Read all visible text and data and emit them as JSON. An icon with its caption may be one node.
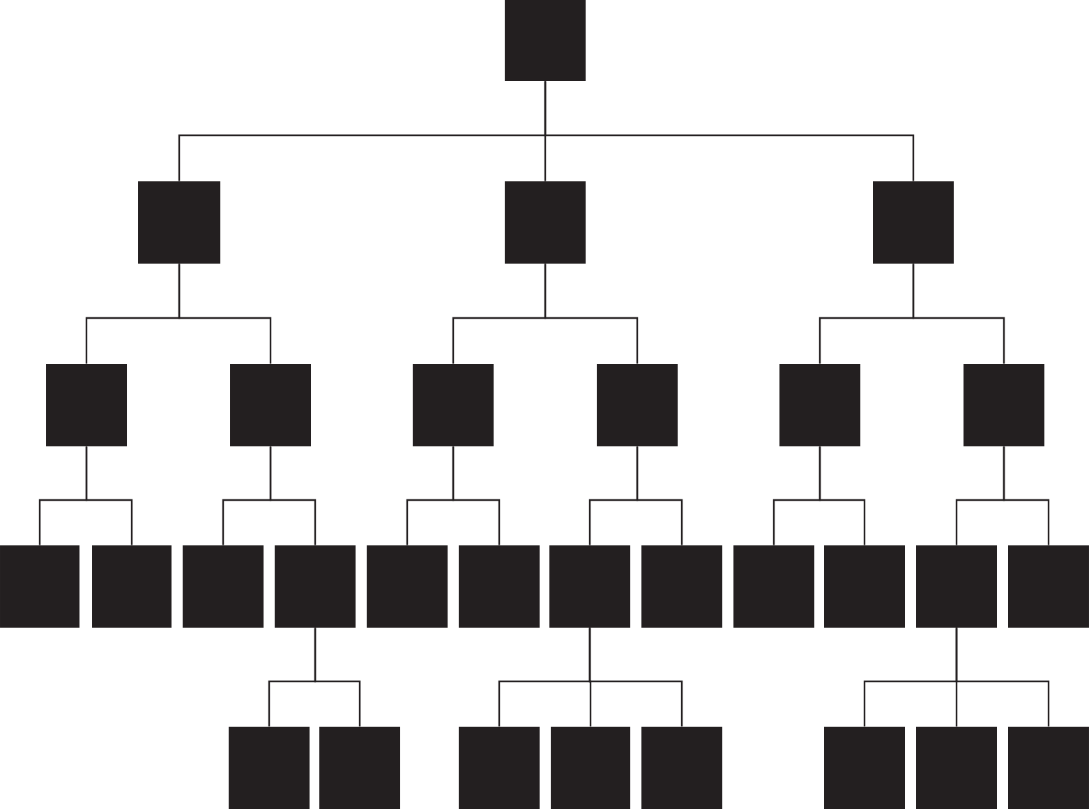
{
  "diagram": {
    "nodes": [
      {
        "text": [],
        "shape": "box"
      },
      {
        "text": [],
        "shape": "box"
      },
      {
        "text": [],
        "shape": "box"
      },
      {
        "text": [],
        "shape": "box"
      },
      {
        "text": [],
        "shape": "box"
      },
      {
        "text": [],
        "shape": "box"
      },
      {
        "text": [],
        "shape": "box"
      },
      {
        "text": [],
        "shape": "box"
      },
      {
        "text": [],
        "shape": "box"
      },
      {
        "text": [],
        "shape": "box"
      },
      {
        "text": [],
        "shape": "box"
      },
      {
        "text": [],
        "shape": "box"
      },
      {
        "text": [],
        "shape": "box"
      },
      {
        "text": [],
        "shape": "box"
      },
      {
        "text": [],
        "shape": "box"
      },
      {
        "text": [],
        "shape": "box"
      },
      {
        "text": [],
        "shape": "box"
      },
      {
        "text": [],
        "shape": "box"
      },
      {
        "text": [],
        "shape": "box"
      },
      {
        "text": [],
        "shape": "box"
      },
      {
        "text": [],
        "shape": "box"
      },
      {
        "text": [],
        "shape": "box"
      },
      {
        "text": [],
        "shape": "box"
      },
      {
        "text": [],
        "shape": "box"
      },
      {
        "text": [],
        "shape": "box"
      },
      {
        "text": [],
        "shape": "box"
      },
      {
        "text": [],
        "shape": "box"
      },
      {
        "text": [],
        "shape": "box"
      },
      {
        "text": [],
        "shape": "box"
      },
      {
        "text": [],
        "shape": "box"
      }
    ],
    "edges": [
      {
        "from": 0,
        "to": 1,
        "arrow": "none"
      },
      {
        "from": 0,
        "to": 2,
        "arrow": "none"
      },
      {
        "from": 0,
        "to": 3,
        "arrow": "none"
      },
      {
        "from": 1,
        "to": 4,
        "arrow": "none"
      },
      {
        "from": 1,
        "to": 5,
        "arrow": "none"
      },
      {
        "from": 2,
        "to": 6,
        "arrow": "none"
      },
      {
        "from": 2,
        "to": 7,
        "arrow": "none"
      },
      {
        "from": 3,
        "to": 8,
        "arrow": "none"
      },
      {
        "from": 3,
        "to": 9,
        "arrow": "none"
      },
      {
        "from": 4,
        "to": 10,
        "arrow": "none"
      },
      {
        "from": 4,
        "to": 11,
        "arrow": "none"
      },
      {
        "from": 5,
        "to": 12,
        "arrow": "none"
      },
      {
        "from": 5,
        "to": 13,
        "arrow": "none"
      },
      {
        "from": 6,
        "to": 14,
        "arrow": "none"
      },
      {
        "from": 6,
        "to": 15,
        "arrow": "none"
      },
      {
        "from": 7,
        "to": 16,
        "arrow": "none"
      },
      {
        "from": 7,
        "to": 17,
        "arrow": "none"
      },
      {
        "from": 8,
        "to": 18,
        "arrow": "none"
      },
      {
        "from": 8,
        "to": 19,
        "arrow": "none"
      },
      {
        "from": 9,
        "to": 20,
        "arrow": "none"
      },
      {
        "from": 9,
        "to": 21,
        "arrow": "none"
      },
      {
        "from": 13,
        "to": 22,
        "arrow": "none"
      },
      {
        "from": 13,
        "to": 23,
        "arrow": "none"
      },
      {
        "from": 16,
        "to": 24,
        "arrow": "none"
      },
      {
        "from": 16,
        "to": 25,
        "arrow": "none"
      },
      {
        "from": 16,
        "to": 26,
        "arrow": "none"
      },
      {
        "from": 20,
        "to": 27,
        "arrow": "none"
      },
      {
        "from": 20,
        "to": 28,
        "arrow": "none"
      },
      {
        "from": 20,
        "to": 29,
        "arrow": "none"
      }
    ]
  }
}
